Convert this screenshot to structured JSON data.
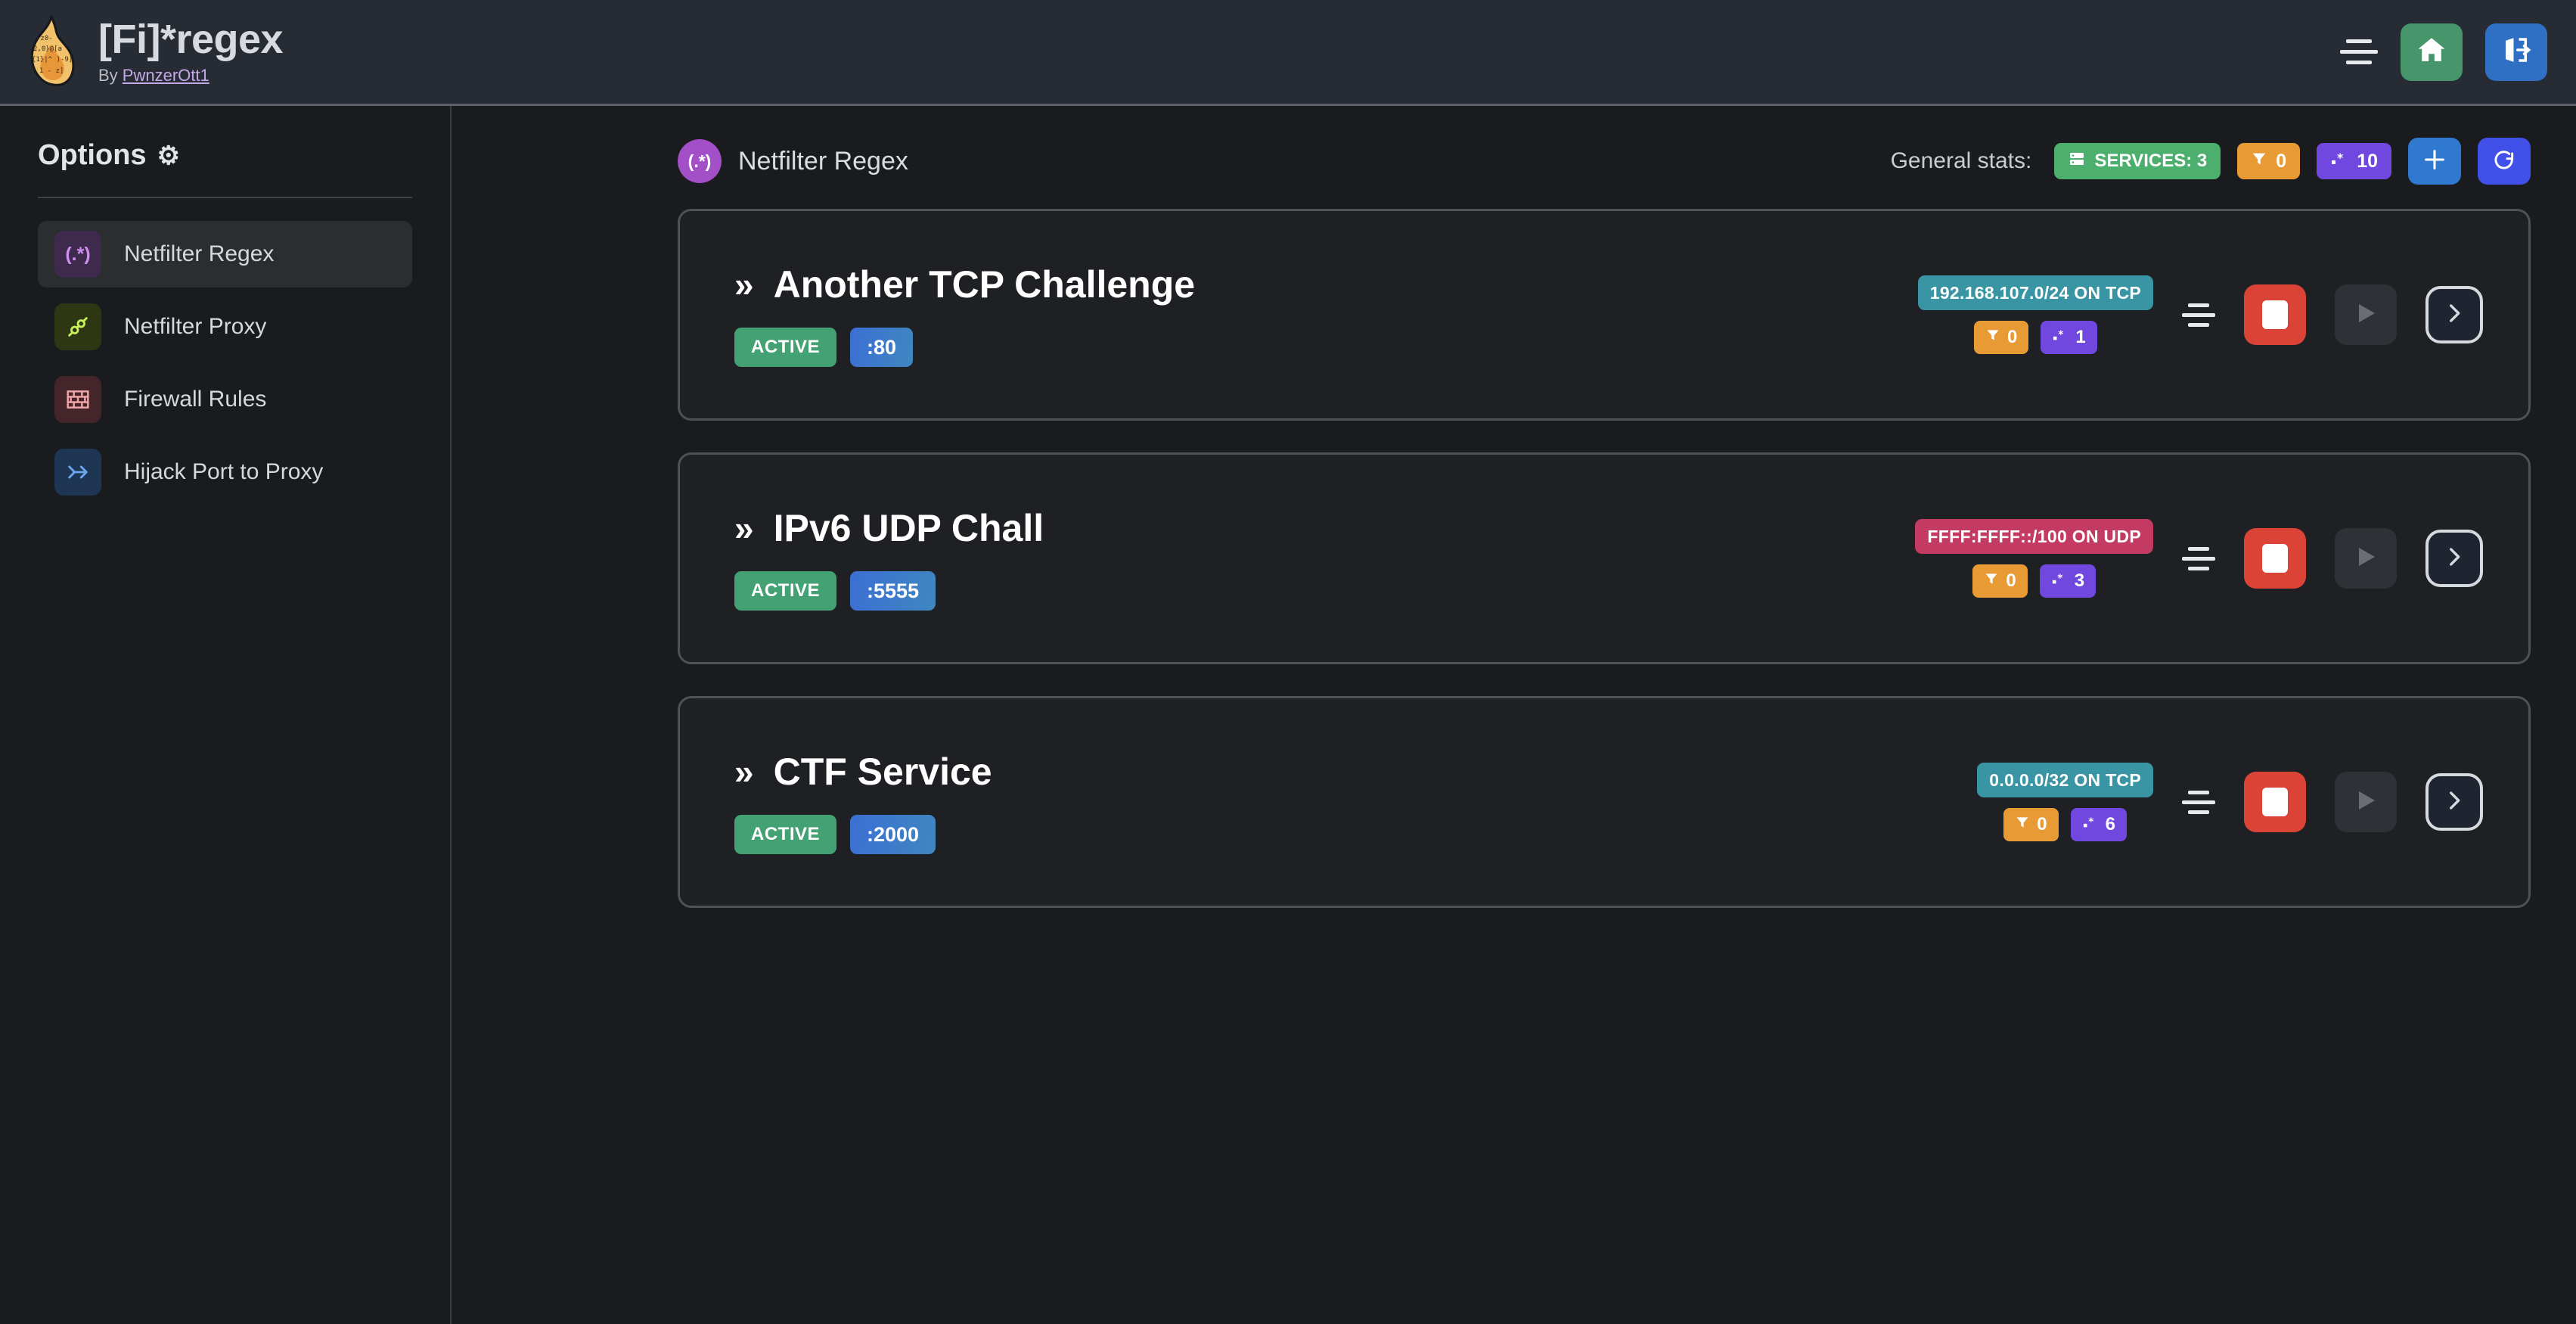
{
  "header": {
    "title": "[Fi]*regex",
    "by_prefix": "By ",
    "author": "PwnzerOtt1",
    "menu_icon": "hamburger-icon",
    "home_icon": "home-icon",
    "logout_icon": "logout-icon"
  },
  "sidebar": {
    "heading": "Options",
    "gear_icon": "⚙",
    "items": [
      {
        "label": "Netfilter Regex",
        "glyph": "(.*)",
        "icon": "regex-icon",
        "active": true
      },
      {
        "label": "Netfilter Proxy",
        "glyph": "⚯",
        "icon": "plug-icon",
        "active": false
      },
      {
        "label": "Firewall Rules",
        "glyph": "▤",
        "icon": "brick-icon",
        "active": false
      },
      {
        "label": "Hijack Port to Proxy",
        "glyph": "⇄",
        "icon": "route-icon",
        "active": false
      }
    ]
  },
  "main": {
    "page_badge": "(.*)",
    "page_title": "Netfilter Regex",
    "stats_label": "General stats:",
    "stats": {
      "services_label": "SERVICES: 3",
      "services_icon": "server-icon",
      "filter_count": "0",
      "filter_icon": "funnel-icon",
      "regex_count": "10",
      "regex_icon": "regex-star-icon"
    },
    "add_icon": "plus-icon",
    "refresh_icon": "refresh-icon"
  },
  "services": [
    {
      "name": "Another TCP Challenge",
      "chevron": "»",
      "status": "ACTIVE",
      "port": ":80",
      "network": "192.168.107.0/24 ON TCP",
      "protocol": "TCP",
      "filter_count": "0",
      "regex_count": "1",
      "menu_icon": "hamburger-icon",
      "stop_icon": "stop-icon",
      "play_icon": "play-icon",
      "open_icon": "chevron-right-icon"
    },
    {
      "name": "IPv6 UDP Chall",
      "chevron": "»",
      "status": "ACTIVE",
      "port": ":5555",
      "network": "FFFF:FFFF::/100 ON UDP",
      "protocol": "UDP",
      "filter_count": "0",
      "regex_count": "3",
      "menu_icon": "hamburger-icon",
      "stop_icon": "stop-icon",
      "play_icon": "play-icon",
      "open_icon": "chevron-right-icon"
    },
    {
      "name": "CTF Service",
      "chevron": "»",
      "status": "ACTIVE",
      "port": ":2000",
      "network": "0.0.0.0/32 ON TCP",
      "protocol": "TCP",
      "filter_count": "0",
      "regex_count": "6",
      "menu_icon": "hamburger-icon",
      "stop_icon": "stop-icon",
      "play_icon": "play-icon",
      "open_icon": "chevron-right-icon"
    }
  ],
  "colors": {
    "header_bg": "#262b34",
    "body_bg": "#1a1b1e",
    "green": "#44a173",
    "orange": "#e89a35",
    "purple": "#7048e0",
    "teal": "#3995a3",
    "crimson": "#c33a63",
    "red": "#dc4337",
    "blue": "#2f7ad0",
    "indigo": "#4050e8"
  }
}
